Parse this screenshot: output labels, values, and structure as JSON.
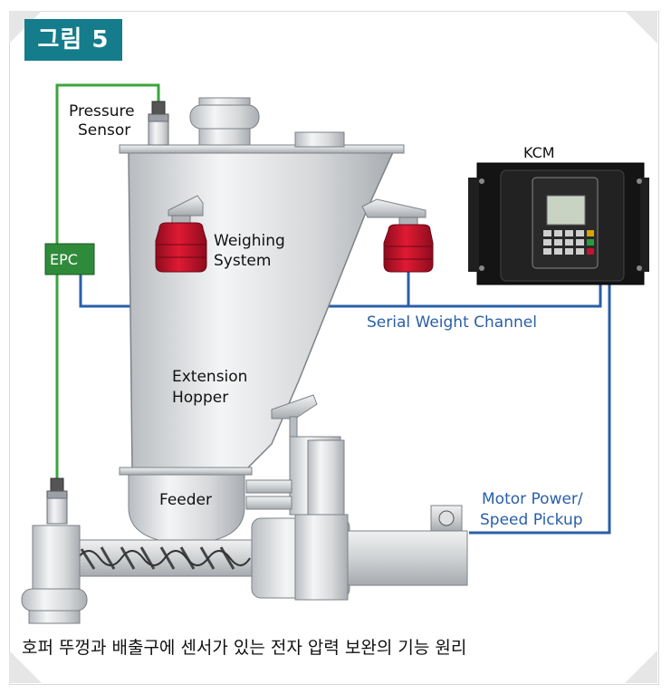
{
  "figure_label": "그림 5",
  "labels": {
    "pressure_sensor_1": "Pressure",
    "pressure_sensor_2": "Sensor",
    "epc": "EPC",
    "weighing_1": "Weighing",
    "weighing_2": "System",
    "kcm": "KCM",
    "serial_channel": "Serial Weight Channel",
    "extension_1": "Extension",
    "extension_2": "Hopper",
    "feeder": "Feeder",
    "motor_1": "Motor Power/",
    "motor_2": "Speed Pickup"
  },
  "caption": "호퍼 뚜껑과 배출구에 센서가 있는 전자 압력 보완의 기능 원리",
  "colors": {
    "badge": "#147c8a",
    "sensor_line": "#3aa53a",
    "channel_line": "#2a5fa8",
    "load_cell": "#c8102e",
    "label_blue": "#2a5fa8"
  }
}
